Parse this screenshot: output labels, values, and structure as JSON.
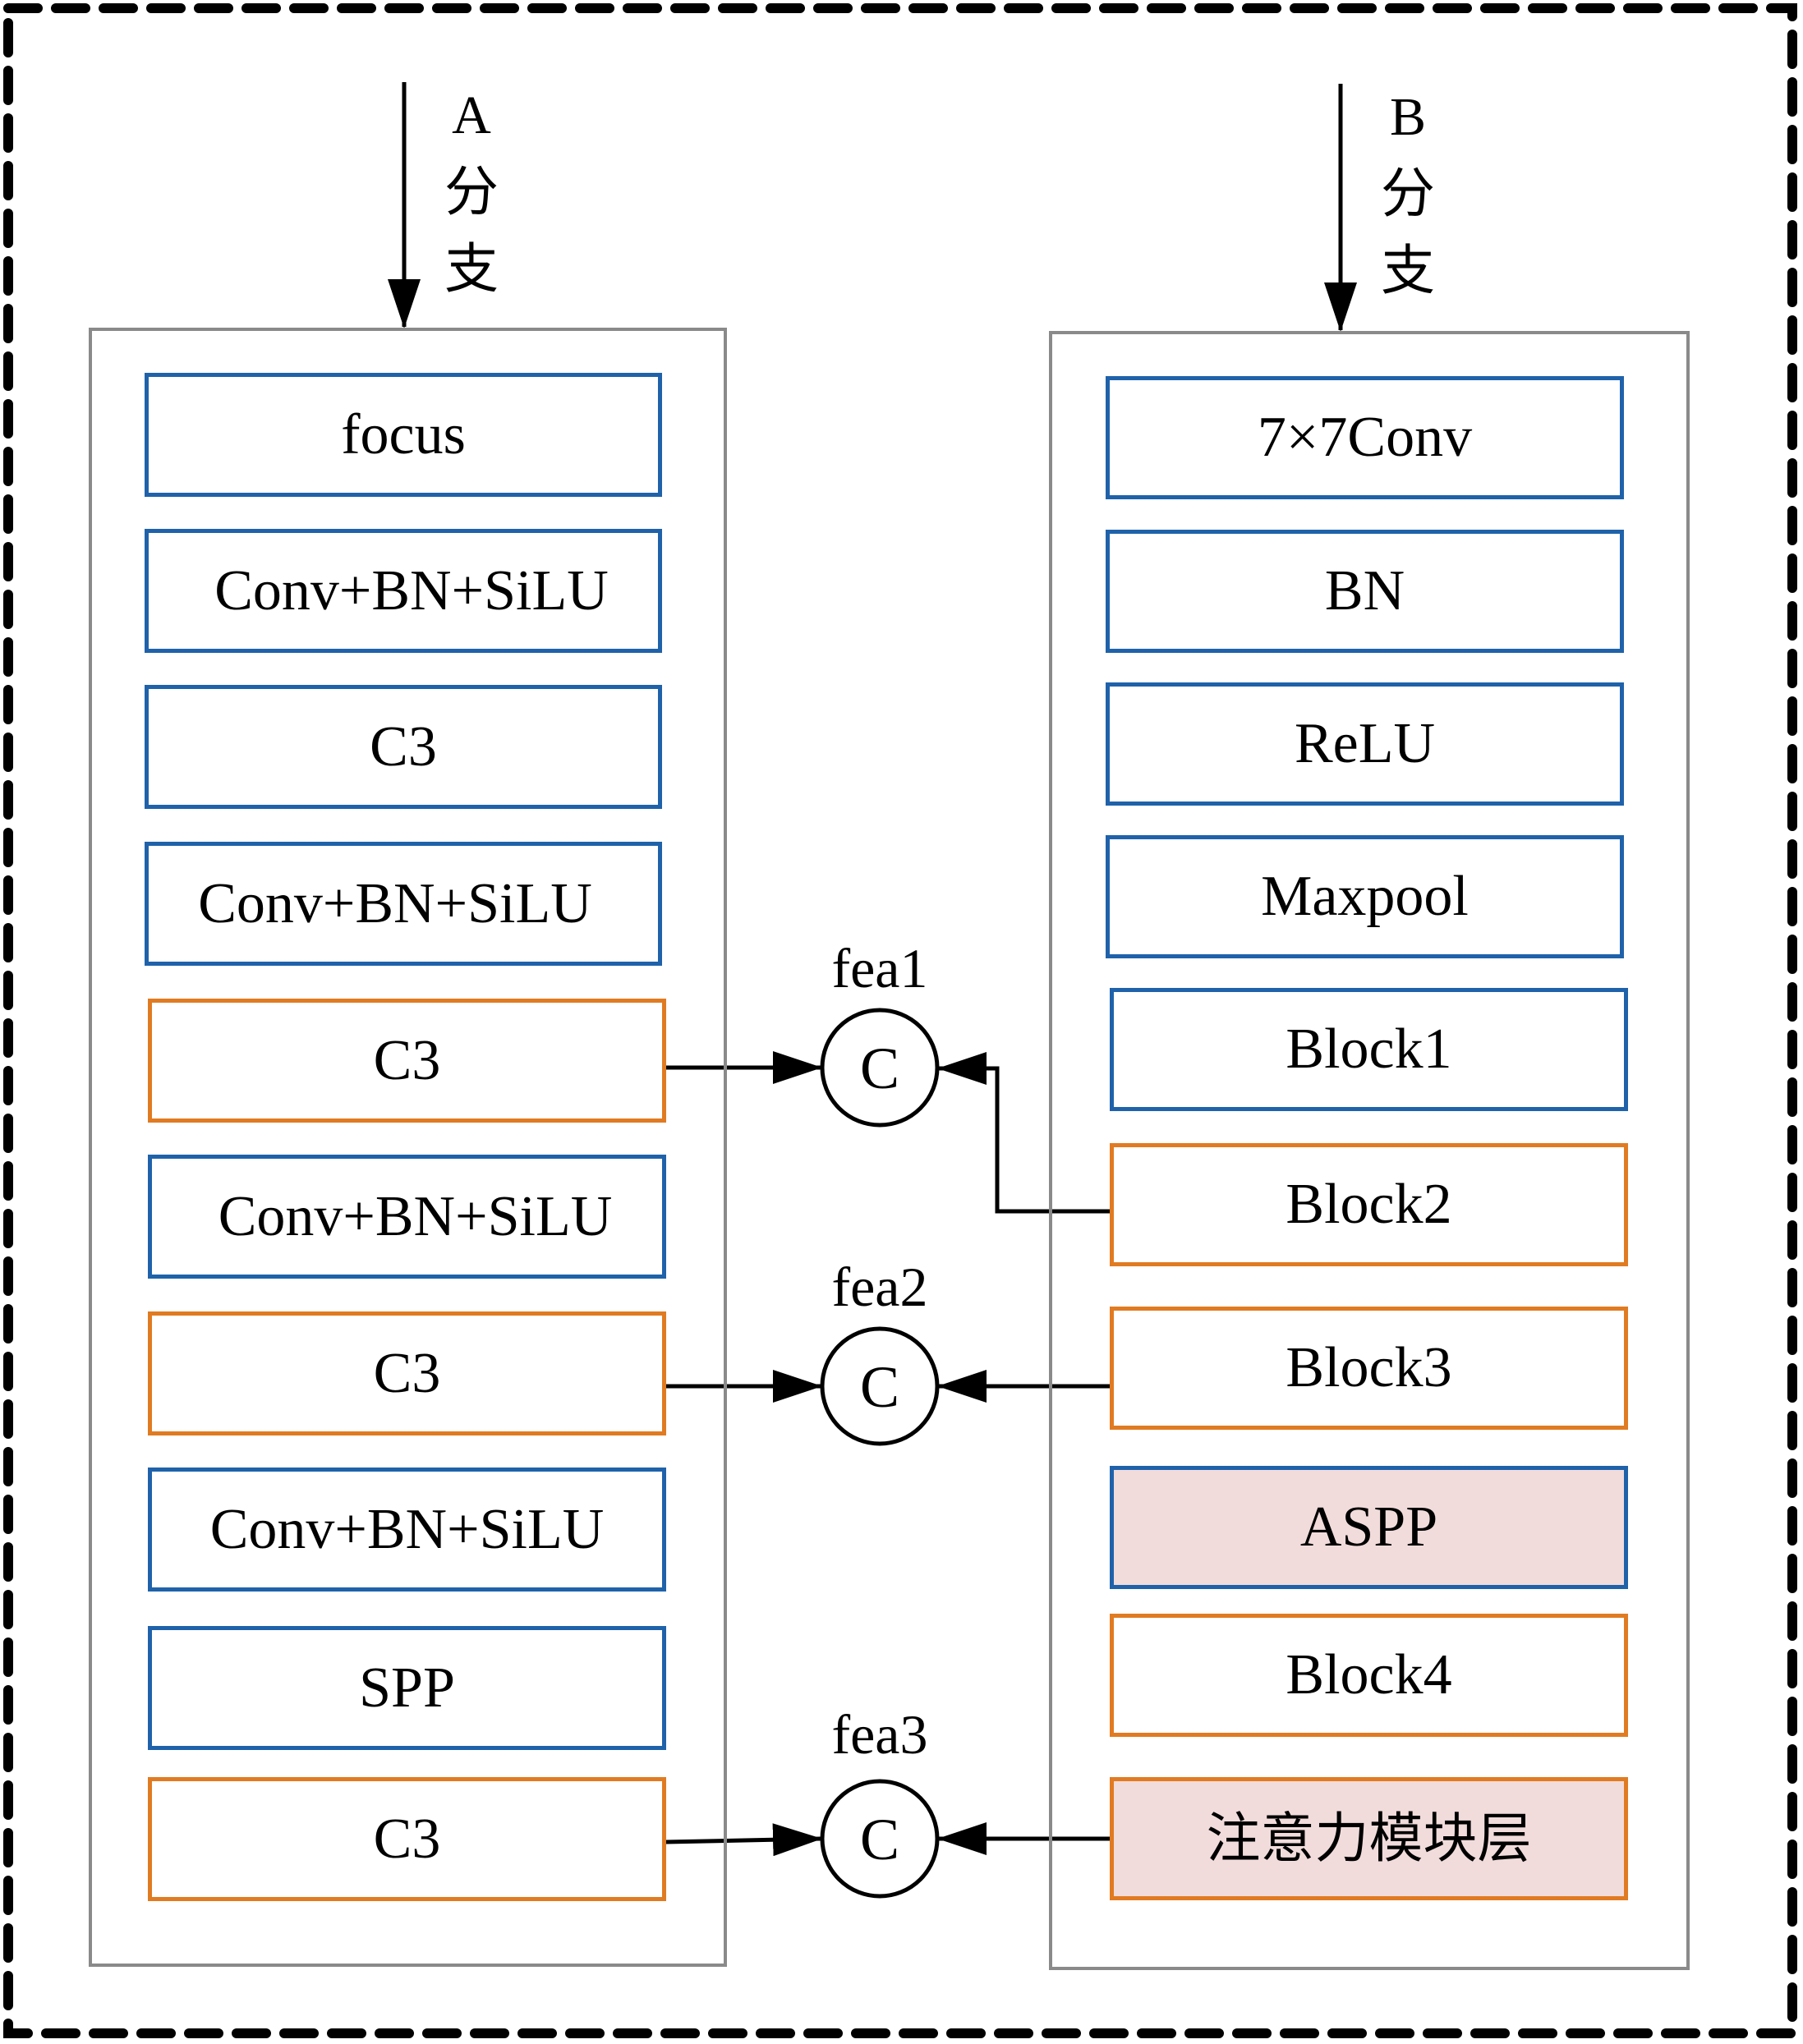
{
  "diagram": {
    "colors": {
      "standard_block_border": "#1f62aa",
      "feature_block_border": "#e07b22",
      "highlight_fill": "#f1dcdb",
      "panel_border": "#8a8a8a",
      "line": "#000000"
    },
    "branch_a": {
      "label_letter": "A",
      "label_chars": [
        "分",
        "支"
      ],
      "blocks": [
        {
          "label": "focus",
          "type": "standard"
        },
        {
          "label": "Conv+BN+SiLU",
          "type": "standard"
        },
        {
          "label": "C3",
          "type": "standard"
        },
        {
          "label": "Conv+BN+SiLU",
          "type": "standard"
        },
        {
          "label": "C3",
          "type": "feature"
        },
        {
          "label": "Conv+BN+SiLU",
          "type": "standard"
        },
        {
          "label": "C3",
          "type": "feature"
        },
        {
          "label": "Conv+BN+SiLU",
          "type": "standard"
        },
        {
          "label": "SPP",
          "type": "standard"
        },
        {
          "label": "C3",
          "type": "feature"
        }
      ]
    },
    "branch_b": {
      "label_letter": "B",
      "label_chars": [
        "分",
        "支"
      ],
      "blocks": [
        {
          "label": "7×7Conv",
          "type": "standard"
        },
        {
          "label": "BN",
          "type": "standard"
        },
        {
          "label": "ReLU",
          "type": "standard"
        },
        {
          "label": "Maxpool",
          "type": "standard"
        },
        {
          "label": "Block1",
          "type": "standard"
        },
        {
          "label": "Block2",
          "type": "feature"
        },
        {
          "label": "Block3",
          "type": "feature"
        },
        {
          "label": "ASPP",
          "type": "standard-highlight"
        },
        {
          "label": "Block4",
          "type": "feature"
        },
        {
          "label": "注意力模块层",
          "type": "feature-highlight"
        }
      ]
    },
    "fusion_nodes": [
      {
        "label": "fea1",
        "symbol": "C",
        "from_a": "C3",
        "from_b": "Block2"
      },
      {
        "label": "fea2",
        "symbol": "C",
        "from_a": "C3",
        "from_b": "Block3"
      },
      {
        "label": "fea3",
        "symbol": "C",
        "from_a": "C3",
        "from_b": "注意力模块层"
      }
    ]
  }
}
